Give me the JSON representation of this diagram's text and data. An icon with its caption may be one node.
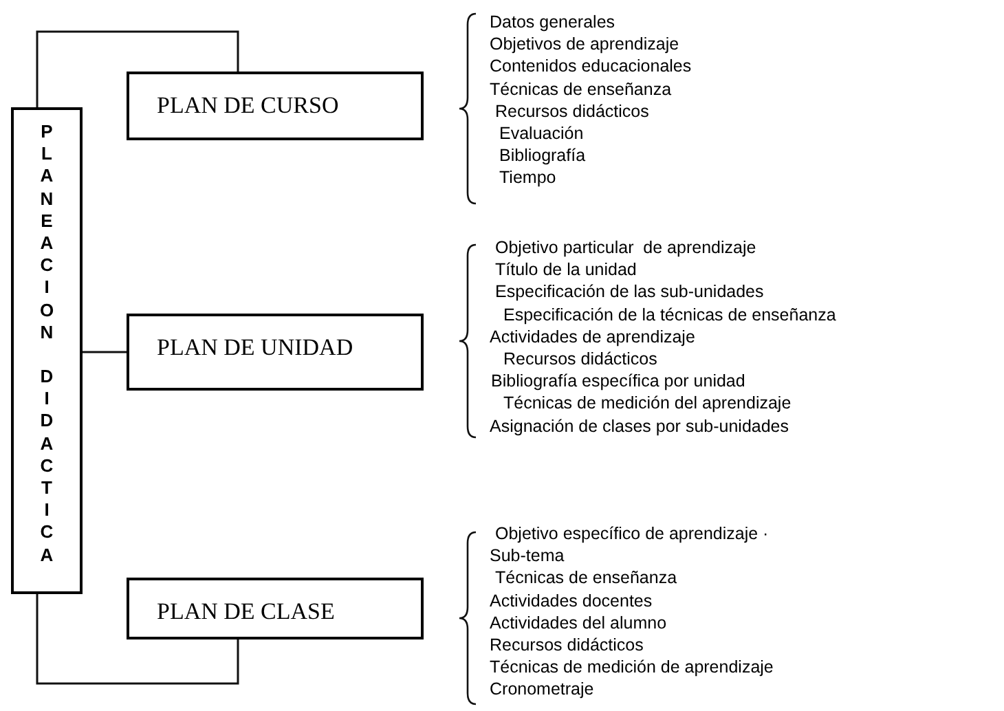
{
  "diagram": {
    "nodes": [
      {
        "text": [
          "PLANEACION DIDACTICA"
        ]
      },
      {
        "text": [
          "PLAN DE CURSO"
        ]
      },
      {
        "text": [
          "PLAN DE UNIDAD"
        ]
      },
      {
        "text": [
          "PLAN DE CLASE"
        ]
      }
    ],
    "edges": [
      {
        "from": 0,
        "to": 1,
        "arrow": "none"
      },
      {
        "from": 0,
        "to": 2,
        "arrow": "none"
      },
      {
        "from": 0,
        "to": 3,
        "arrow": "none"
      }
    ],
    "labels": [
      "Datos generales",
      "Objetivos de aprendizaje",
      "Contenidos educacionales",
      "Técnicas de enseñanza",
      "Recursos didácticos",
      "Evaluación",
      "Bibliografía",
      "Tiempo",
      "Objetivo particular  de aprendizaje",
      "Título de la unidad",
      "Especificación de las sub-unidades",
      "Especificación de la técnicas de enseñanza",
      "Actividades de aprendizaje",
      "Recursos didácticos",
      "Bibliografía específica por unidad",
      "Técnicas de medición del aprendizaje",
      "Asignación de clases por sub-unidades",
      "Objetivo específico de aprendizaje ·",
      "Sub-tema",
      "Técnicas de enseñanza",
      "Actividades docentes",
      "Actividades del alumno",
      "Recursos didácticos",
      "Técnicas de medición de aprendizaje",
      "Cronometraje"
    ]
  }
}
